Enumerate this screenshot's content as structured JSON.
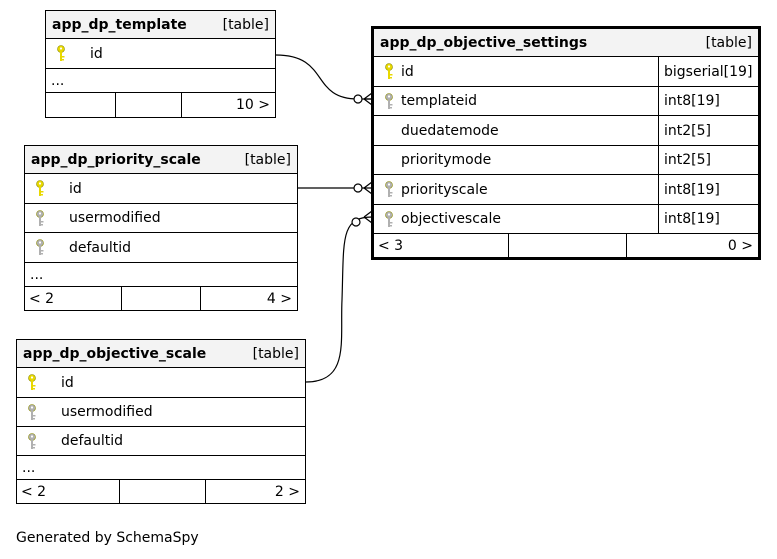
{
  "tables": {
    "template": {
      "name": "app_dp_template",
      "type": "[table]",
      "columns": [
        {
          "name": "id",
          "key": "primary"
        }
      ],
      "more": "...",
      "footer": {
        "left": "",
        "right": "10 >"
      }
    },
    "priority_scale": {
      "name": "app_dp_priority_scale",
      "type": "[table]",
      "columns": [
        {
          "name": "id",
          "key": "primary"
        },
        {
          "name": "usermodified",
          "key": "foreign"
        },
        {
          "name": "defaultid",
          "key": "foreign"
        }
      ],
      "more": "...",
      "footer": {
        "left": "< 2",
        "right": "4 >"
      }
    },
    "objective_scale": {
      "name": "app_dp_objective_scale",
      "type": "[table]",
      "columns": [
        {
          "name": "id",
          "key": "primary"
        },
        {
          "name": "usermodified",
          "key": "foreign"
        },
        {
          "name": "defaultid",
          "key": "foreign"
        }
      ],
      "more": "...",
      "footer": {
        "left": "< 2",
        "right": "2 >"
      }
    },
    "objective_settings": {
      "name": "app_dp_objective_settings",
      "type": "[table]",
      "columns": [
        {
          "name": "id",
          "key": "primary",
          "datatype": "bigserial[19]"
        },
        {
          "name": "templateid",
          "key": "foreign",
          "datatype": "int8[19]"
        },
        {
          "name": "duedatemode",
          "key": "none",
          "datatype": "int2[5]"
        },
        {
          "name": "prioritymode",
          "key": "none",
          "datatype": "int2[5]"
        },
        {
          "name": "priorityscale",
          "key": "foreign",
          "datatype": "int8[19]"
        },
        {
          "name": "objectivescale",
          "key": "foreign",
          "datatype": "int8[19]"
        }
      ],
      "footer": {
        "left": "< 3",
        "right": "0 >"
      }
    }
  },
  "relationships": [
    {
      "from": "app_dp_template.id",
      "to": "app_dp_objective_settings.templateid"
    },
    {
      "from": "app_dp_priority_scale.id",
      "to": "app_dp_objective_settings.priorityscale"
    },
    {
      "from": "app_dp_objective_scale.id",
      "to": "app_dp_objective_settings.objectivescale"
    }
  ],
  "colors": {
    "primary_key": "#e8d800",
    "foreign_key": "#b0b0b0",
    "header_bg": "#f3f3f3"
  },
  "footer_text": "Generated by SchemaSpy"
}
